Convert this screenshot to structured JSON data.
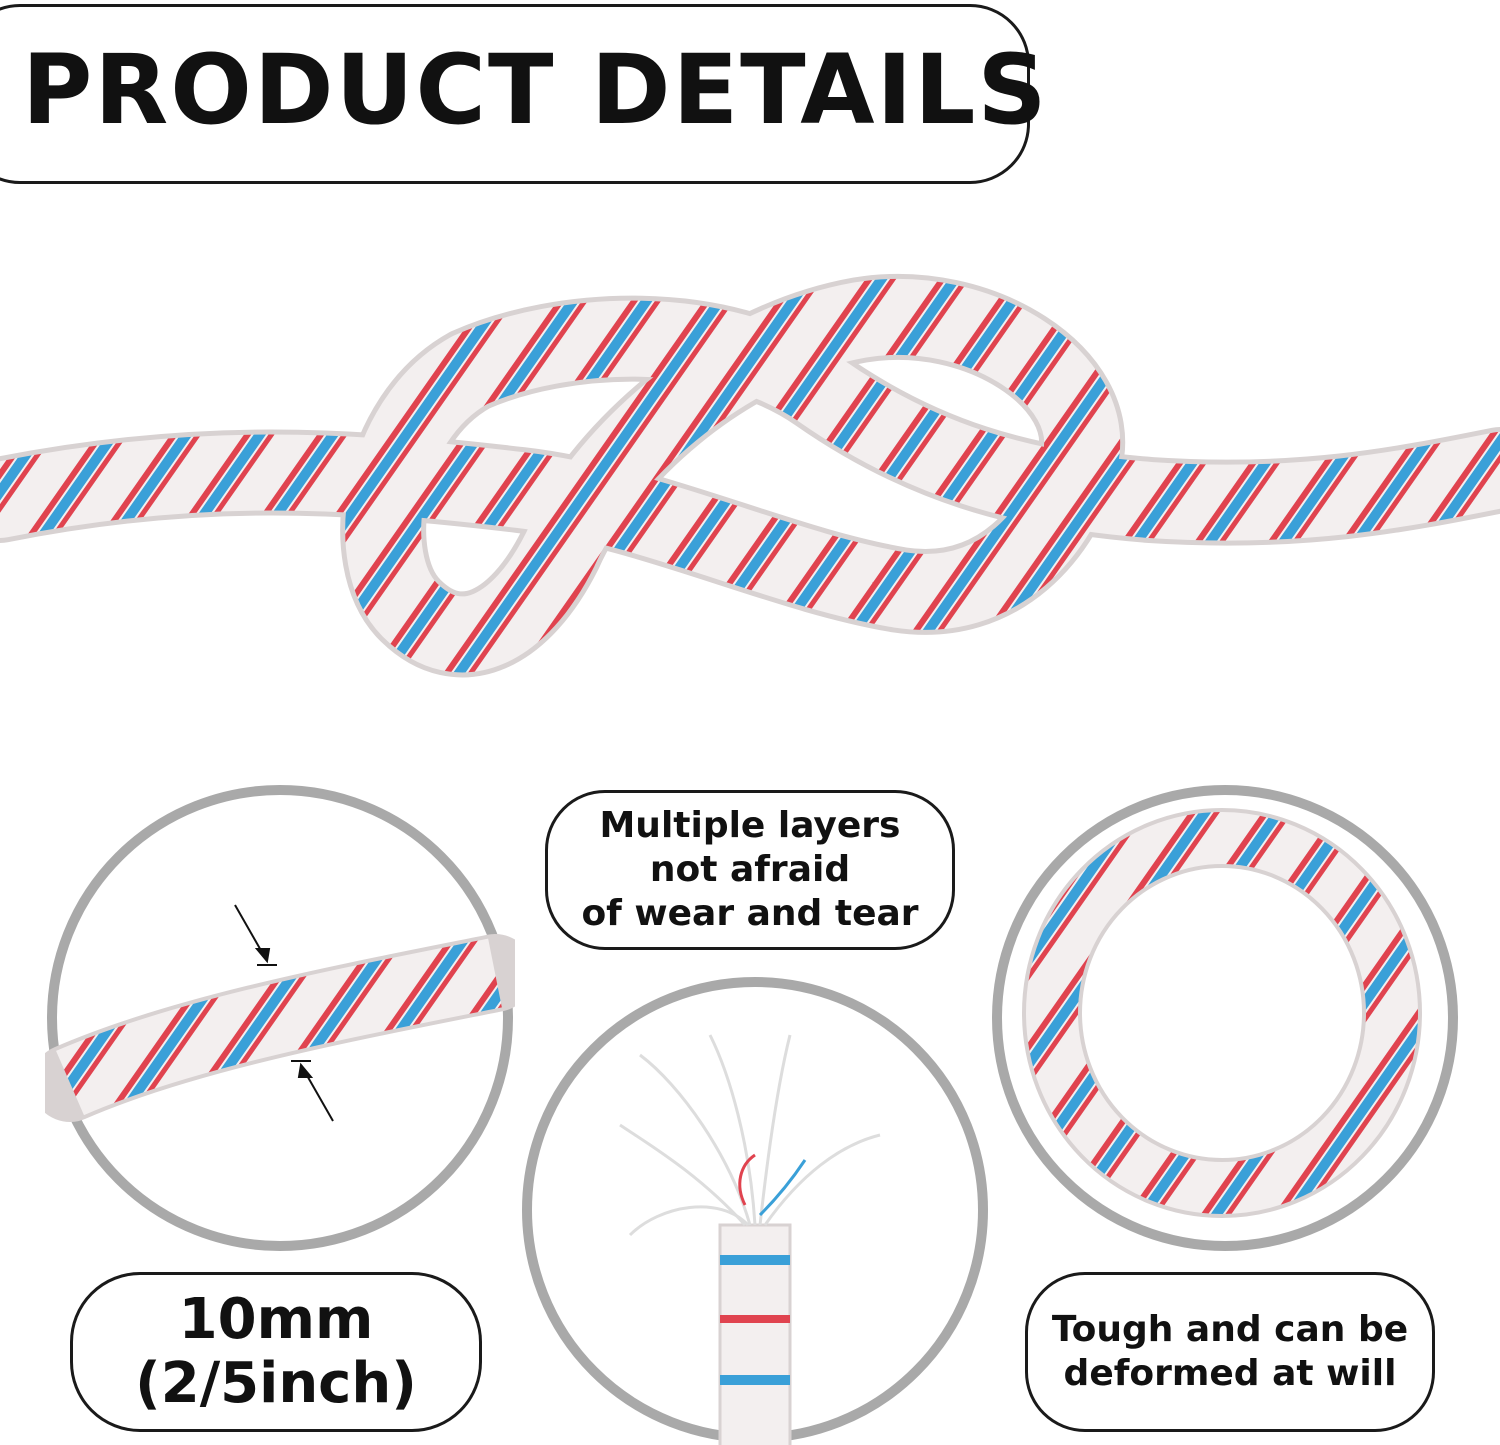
{
  "banner": {
    "title": "PRODUCT DETAILS"
  },
  "callouts": {
    "layers": "Multiple layers\nnot afraid\nof wear and tear",
    "diameter": "10mm\n(2/5inch)",
    "tough": "Tough and can be\ndeformed at will"
  },
  "colors": {
    "rope_base": "#f3efef",
    "stripe_red": "#e0434f",
    "stripe_blue": "#3aa0d8",
    "ring_gray": "#a9a9a9",
    "outline": "#1a1a1a"
  }
}
